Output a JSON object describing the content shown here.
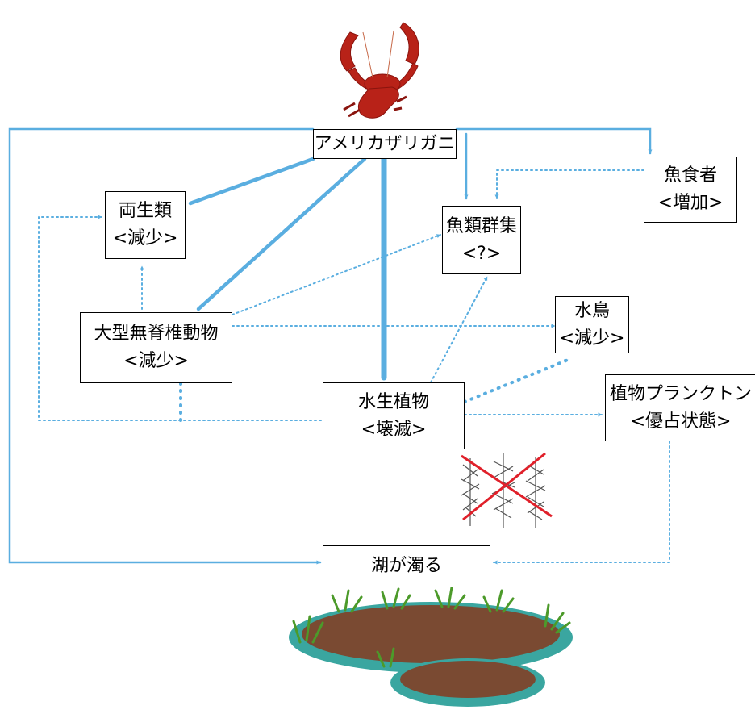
{
  "colors": {
    "arrow": "#5aaee0",
    "box_border": "#000000",
    "cross": "#e0202a",
    "crayfish": "#b82218",
    "water": "#3aa6a0",
    "mud": "#7a4a32",
    "grass": "#4c9a2a"
  },
  "nodes": {
    "crayfish": {
      "line1": "アメリカザリガニ"
    },
    "amphibians": {
      "line1": "両生類",
      "line2": "<減少>"
    },
    "fish": {
      "line1": "魚類群集",
      "line2": "<?>"
    },
    "piscivores": {
      "line1": "魚食者",
      "line2": "<増加>"
    },
    "invertebrates": {
      "line1": "大型無脊椎動物",
      "line2": "<減少>"
    },
    "waterbirds": {
      "line1": "水鳥",
      "line2": "<減少>"
    },
    "aquatic_plants": {
      "line1": "水生植物",
      "line2": "<壊滅>"
    },
    "phytoplankton": {
      "line1": "植物プランクトン",
      "line2": "<優占状態>"
    },
    "turbid_lake": {
      "line1": "湖が濁る"
    }
  },
  "illustrations": [
    "crayfish",
    "plants-crossed-out",
    "pond"
  ]
}
